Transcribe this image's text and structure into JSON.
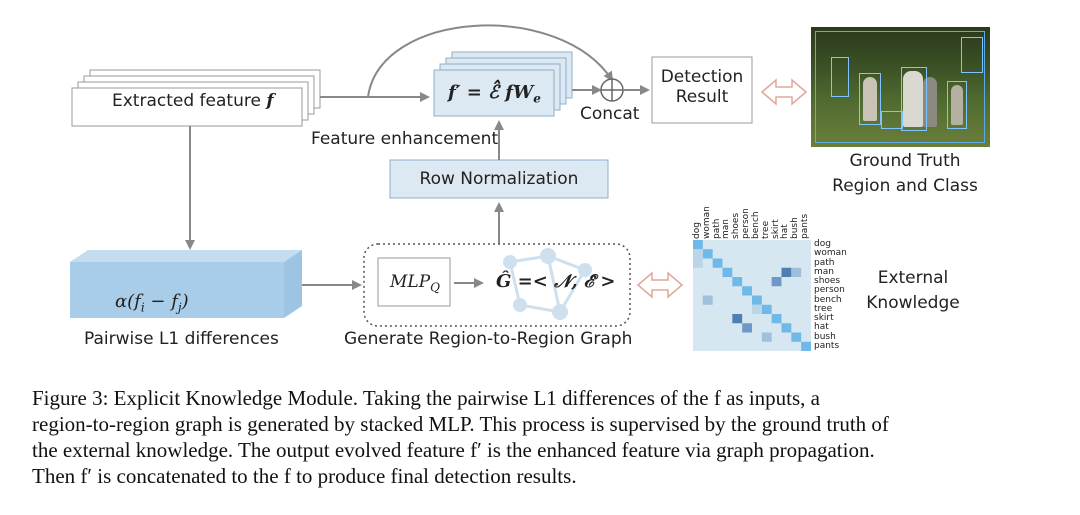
{
  "figure": {
    "extracted_feature": {
      "text": "Extracted feature ",
      "symbol": "f"
    },
    "enhanced_feature": {
      "lhs": "f′ = ",
      "rhs": "ℰ̂ fW",
      "sub": "e"
    },
    "feature_enhancement": "Feature enhancement",
    "concat": "Concat",
    "detection_result": [
      "Detection",
      "Result"
    ],
    "ground_truth": [
      "Ground Truth",
      "Region and Class"
    ],
    "row_normalization": "Row Normalization",
    "pairwise_formula": "α(f",
    "pairwise_formula_i": "i",
    "pairwise_formula_minus": " − f",
    "pairwise_formula_j": "j",
    "pairwise_formula_close": ")",
    "pairwise_label": "Pairwise L1 differences",
    "mlp": "MLP",
    "mlp_sub": "Q",
    "graph_formula": "Ĝ =< 𝒩, ℰ̂ >",
    "generate_graph": "Generate Region-to-Region Graph",
    "external_knowledge": [
      "External",
      "Knowledge"
    ],
    "matrix_labels": [
      "dog",
      "woman",
      "path",
      "man",
      "shoes",
      "person",
      "bench",
      "tree",
      "skirt",
      "hat",
      "bush",
      "pants"
    ]
  },
  "colors": {
    "box_fill": "#dce9f3",
    "box_stroke": "#8fb0c8",
    "arrow": "#888888",
    "double_arrow": "#e3a59a",
    "matrix_bg": "#d7e7f2",
    "matrix_diag": "#6fb9e8"
  },
  "caption": [
    "Figure 3: Explicit Knowledge Module. Taking the pairwise L1 differences of the f as inputs, a",
    "region-to-region graph is generated by stacked MLP. This process is supervised by the ground truth of",
    "the external knowledge. The output evolved feature f′ is the enhanced feature via graph propagation.",
    "Then f′ is concatenated to the f to produce final detection results."
  ]
}
